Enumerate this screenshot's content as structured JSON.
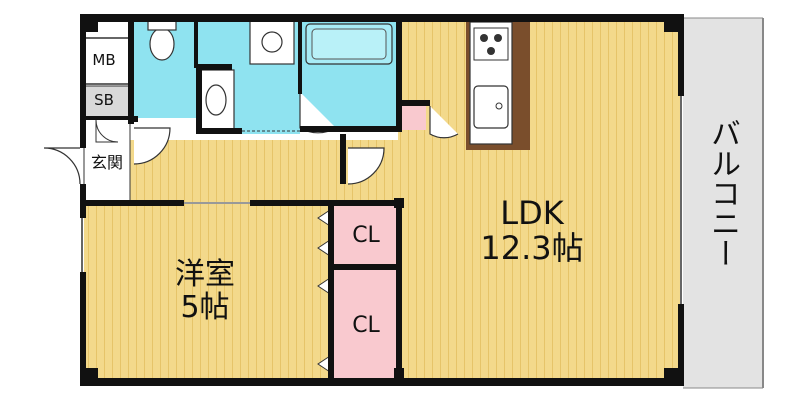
{
  "rooms": {
    "ldk": {
      "name": "LDK",
      "size": "12.3帖"
    },
    "western": {
      "name": "洋室",
      "size": "5帖"
    },
    "closet_upper": {
      "name": "CL"
    },
    "closet_lower": {
      "name": "CL"
    },
    "meter_box": {
      "name": "MB"
    },
    "shoe_box": {
      "name": "SB"
    },
    "entrance": {
      "name": "玄関"
    },
    "balcony": {
      "name": "バルコニー"
    }
  },
  "colors": {
    "floor": "#f3d98b",
    "floor_stripe": "#e8c96a",
    "wet_area": "#8fe3f0",
    "closet": "#f9c9cf",
    "balcony": "#e3e3e3",
    "wall": "#111111",
    "counter": "#7a4e2c"
  }
}
